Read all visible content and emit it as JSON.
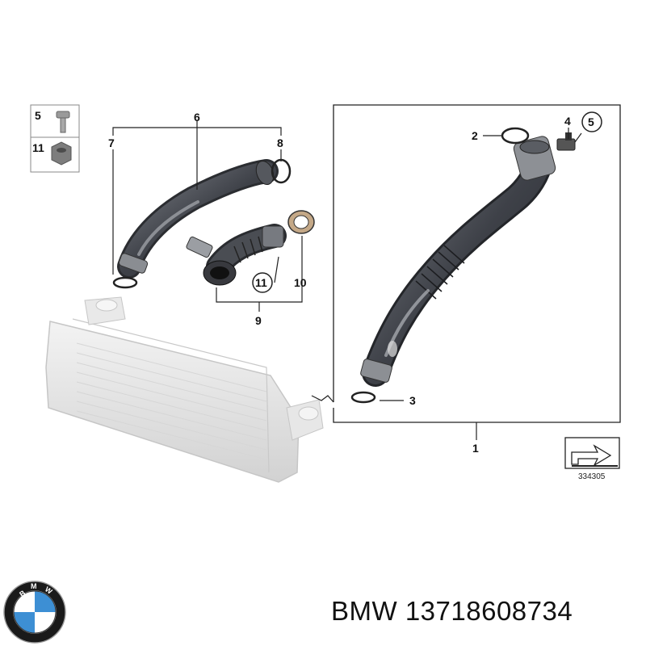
{
  "diagram": {
    "callouts": {
      "c1": "1",
      "c2": "2",
      "c3": "3",
      "c4": "4",
      "c5": "5",
      "c6": "6",
      "c7": "7",
      "c8": "8",
      "c9": "9",
      "c10": "10",
      "c11": "11",
      "legend_screw": "5",
      "legend_nut": "11"
    },
    "drawing_number": "334305"
  },
  "caption": {
    "brand": "BMW",
    "part_number": "13718608734"
  },
  "logo": {
    "text": "BMW",
    "colors": {
      "ring": "#1a1a1a",
      "blue": "#3d8fd4",
      "white": "#ffffff"
    }
  }
}
